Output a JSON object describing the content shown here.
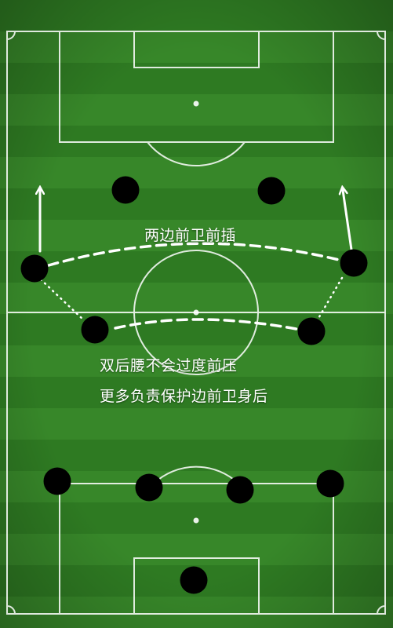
{
  "annotations": {
    "wingbacks_push": "两边前卫前插",
    "dm_no_press": "双后腰不会过度前压",
    "cover_wings": "更多负责保护边前卫身后"
  },
  "players": [
    {
      "role": "striker-left"
    },
    {
      "role": "striker-right"
    },
    {
      "role": "left-wide-midfielder"
    },
    {
      "role": "right-wide-midfielder"
    },
    {
      "role": "left-defensive-midfielder"
    },
    {
      "role": "right-defensive-midfielder"
    },
    {
      "role": "left-back"
    },
    {
      "role": "left-center-back"
    },
    {
      "role": "right-center-back"
    },
    {
      "role": "right-back"
    },
    {
      "role": "goalkeeper"
    }
  ],
  "colors": {
    "grass_dark": "#2c7520",
    "grass_light": "#3a8a2b",
    "lines": "#ffffff",
    "player": "#000000"
  }
}
